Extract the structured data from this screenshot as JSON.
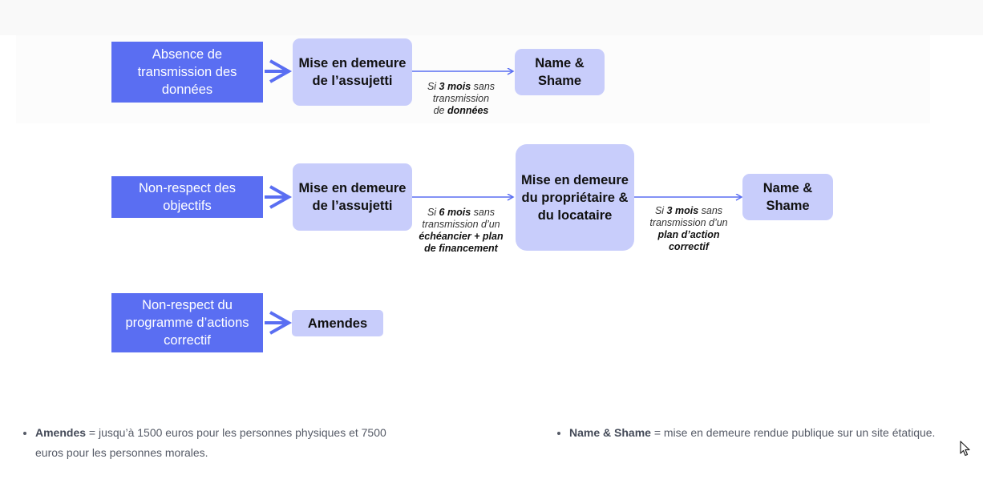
{
  "diagram": {
    "row1": {
      "trigger": "Absence de transmission des données",
      "step1": "Mise en demeure de l’assujetti",
      "note": {
        "pre": "Si ",
        "bold1": "3 mois",
        "mid1": " sans",
        "line2": "transmission",
        "pre3": "de ",
        "bold3": "données"
      },
      "result": "Name & Shame"
    },
    "row2": {
      "trigger": "Non-respect des objectifs",
      "step1": "Mise en demeure de l’assujetti",
      "note1": {
        "pre": "Si ",
        "bold1": "6 mois",
        "mid1": " sans",
        "line2": "transmission d’un",
        "bold3": "échéancier + plan",
        "bold4": "de financement"
      },
      "step2": "Mise en demeure du propriétaire & du locataire",
      "note2": {
        "pre": "Si ",
        "bold1": "3 mois",
        "mid1": " sans",
        "line2": "transmission d’un",
        "bold3": "plan d’action",
        "bold4": "correctif"
      },
      "result": "Name & Shame"
    },
    "row3": {
      "trigger": "Non-respect du programme d’actions correctif",
      "result": "Amendes"
    }
  },
  "bullets": {
    "left": {
      "term": "Amendes",
      "text": " = jusqu’à 1500 euros pour les personnes physiques et 7500 euros pour les personnes morales."
    },
    "right": {
      "term": "Name & Shame",
      "text": " = mise en demeure rendue publique sur un site étatique."
    }
  },
  "colors": {
    "trigger": "#5a6ef2",
    "step": "#c8cdfb",
    "arrow": "#5a6ef2",
    "text": "#555a66"
  },
  "icons": [
    "big-chevron-arrow-icon",
    "line-arrow-icon",
    "mouse-cursor-icon"
  ]
}
